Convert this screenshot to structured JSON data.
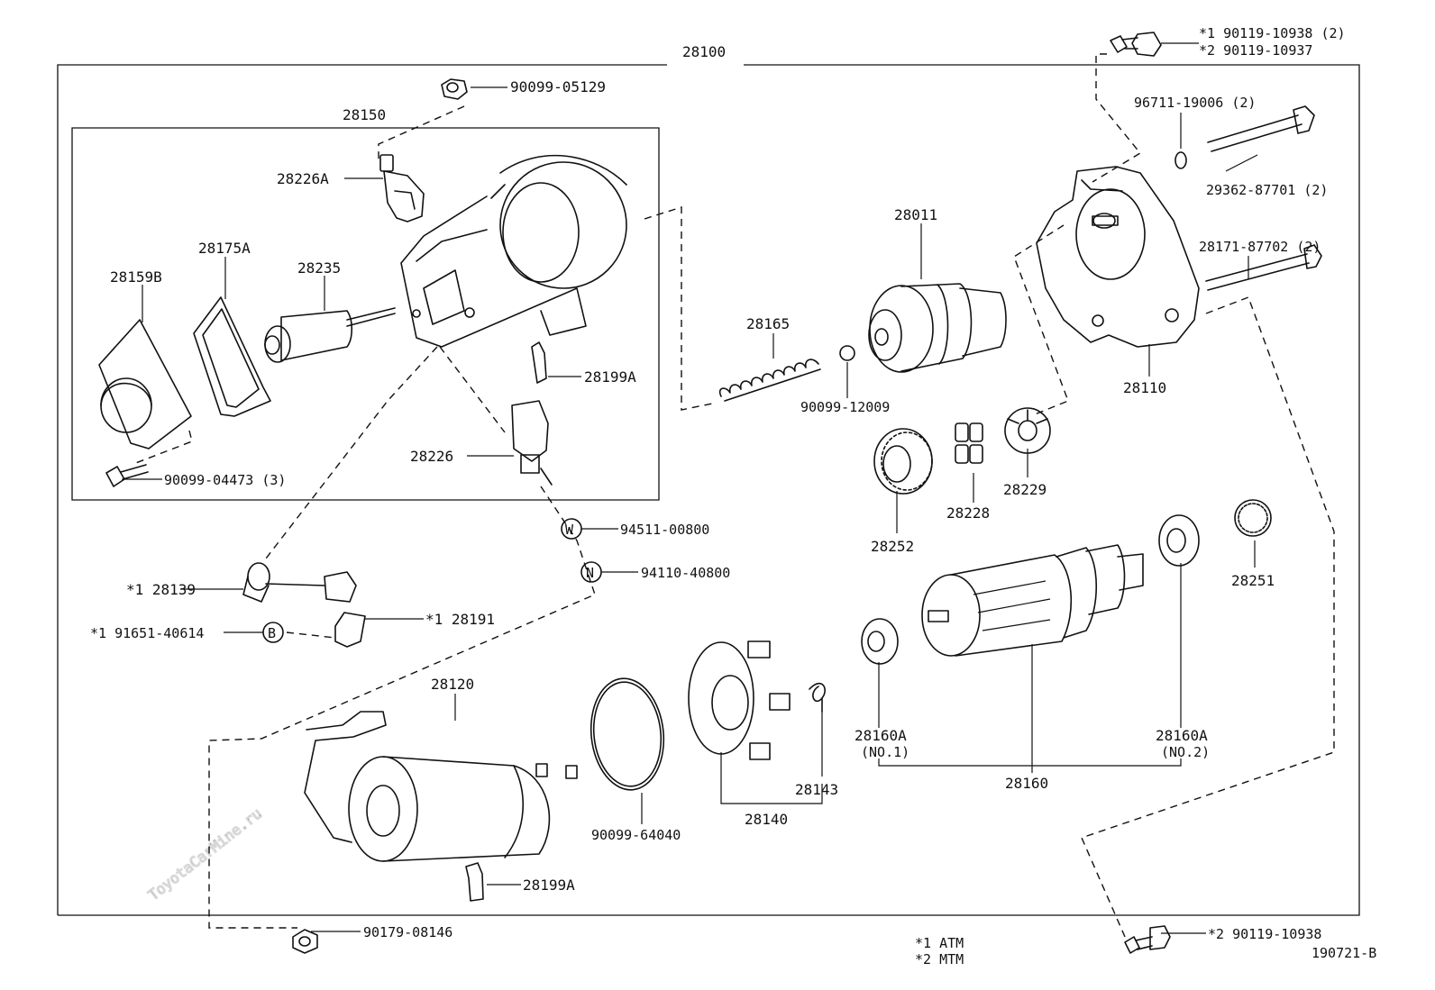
{
  "watermark": "ToyotaCarMine.ru",
  "diagram_id": "190721-B",
  "legend": {
    "note1": "*1  ATM",
    "note2": "*2  MTM"
  },
  "labels": {
    "assy_28100": "28100",
    "sub_28150": "28150",
    "p_90099_05129": "90099-05129",
    "p_28226A": "28226A",
    "p_28175A": "28175A",
    "p_28159B": "28159B",
    "p_28235": "28235",
    "p_28199A_top": "28199A",
    "p_28226": "28226",
    "p_90099_04473": "90099-04473 (3)",
    "p_90119_10938_top": "*1  90119-10938 (2)",
    "p_90119_10937": "*2  90119-10937",
    "p_96711_19006": "96711-19006 (2)",
    "p_29362_87701": "29362-87701 (2)",
    "p_28171_87702": "28171-87702 (2)",
    "p_28011": "28011",
    "p_28165": "28165",
    "p_90099_12009": "90099-12009",
    "p_28110": "28110",
    "p_28252": "28252",
    "p_28228": "28228",
    "p_28229": "28229",
    "p_28251": "28251",
    "p_94511_00800": "94511-00800",
    "p_94110_40800": "94110-40800",
    "p_28139": "*1 28139",
    "p_28191": "*1  28191",
    "p_91651_40614": "*1   91651-40614",
    "p_28120": "28120",
    "p_90099_64040": "90099-64040",
    "p_28199A_bottom": "28199A",
    "p_28140": "28140",
    "p_28143": "28143",
    "p_28160A_1": "28160A",
    "p_28160A_1_note": "(NO.1)",
    "p_28160A_2": "28160A",
    "p_28160A_2_note": "(NO.2)",
    "p_28160": "28160",
    "p_90179_08146": "90179-08146",
    "p_90119_10938_bottom": "*2  90119-10938"
  },
  "symbols": {
    "washer": "W",
    "nut": "N",
    "bolt": "B"
  }
}
